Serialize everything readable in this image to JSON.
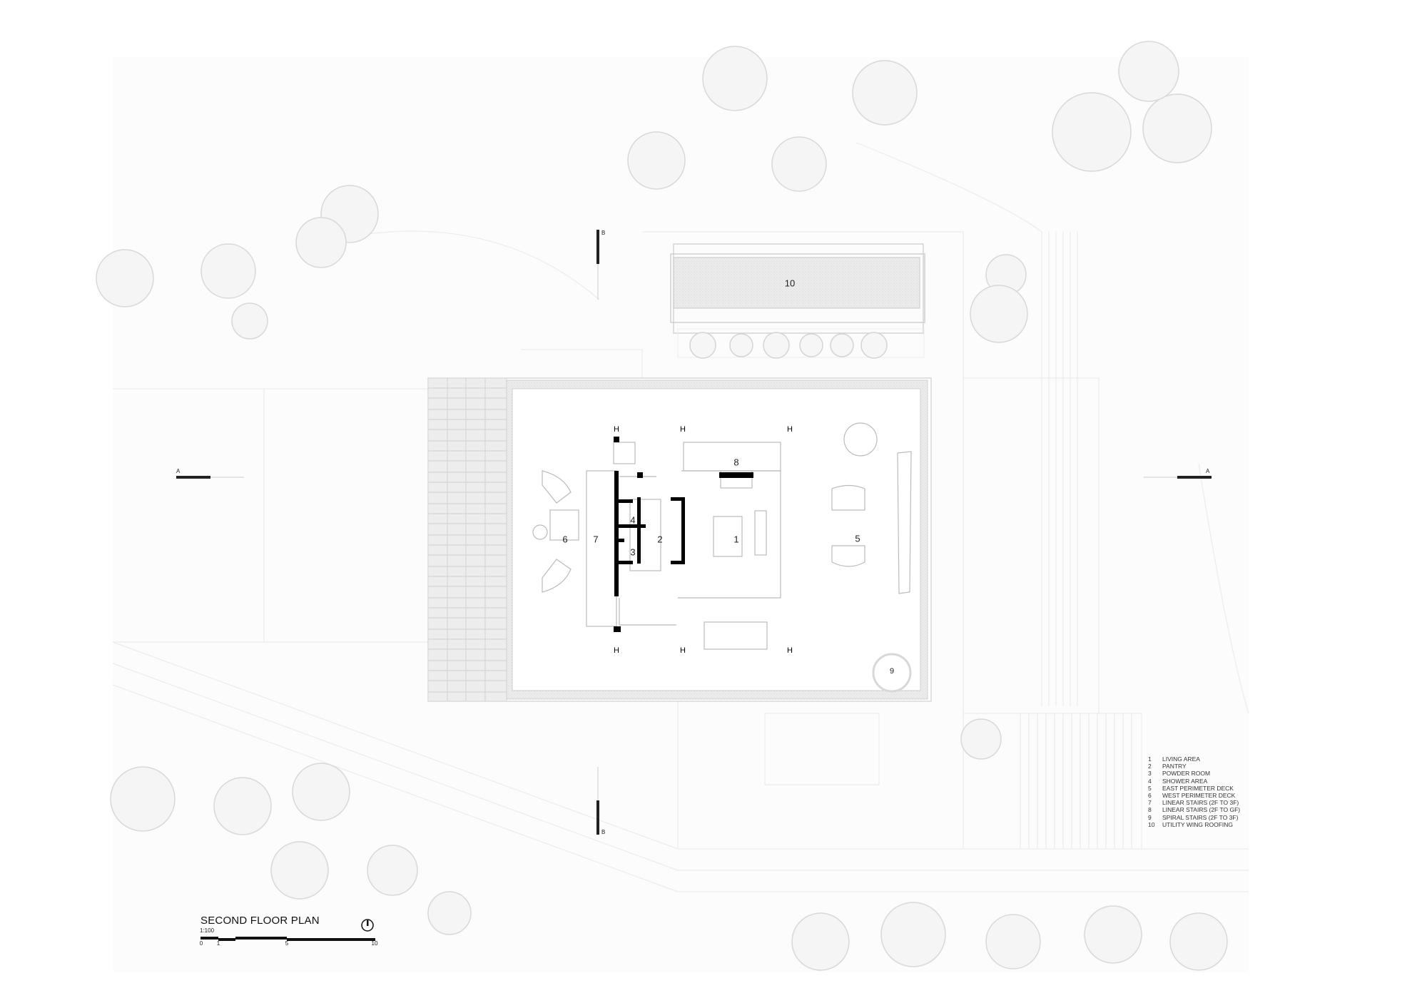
{
  "drawing": {
    "title": "SECOND FLOOR PLAN",
    "scale": "1:100",
    "scale_bar_ticks": [
      "0",
      "1",
      "5",
      "10"
    ],
    "north_arrow": "north-arrow-icon",
    "section_markers": {
      "a_left": "A",
      "a_right": "A",
      "b_top": "B",
      "b_bottom": "B"
    }
  },
  "rooms": [
    {
      "num": "1",
      "name": "LIVING AREA"
    },
    {
      "num": "2",
      "name": "PANTRY"
    },
    {
      "num": "3",
      "name": "POWDER ROOM"
    },
    {
      "num": "4",
      "name": "SHOWER AREA"
    },
    {
      "num": "5",
      "name": "EAST PERIMETER DECK"
    },
    {
      "num": "6",
      "name": "WEST PERIMETER DECK"
    },
    {
      "num": "7",
      "name": "LINEAR STAIRS (2F TO 3F)"
    },
    {
      "num": "8",
      "name": "LINEAR STAIRS (2F TO GF)"
    },
    {
      "num": "9",
      "name": "SPIRAL STAIRS (2F TO 3F)"
    },
    {
      "num": "10",
      "name": "UTILITY WING ROOFING"
    }
  ],
  "colors": {
    "wall": "#000000",
    "line": "#cfcfcf",
    "hatch": "#ebebeb",
    "tree": "#dcdcdc"
  }
}
